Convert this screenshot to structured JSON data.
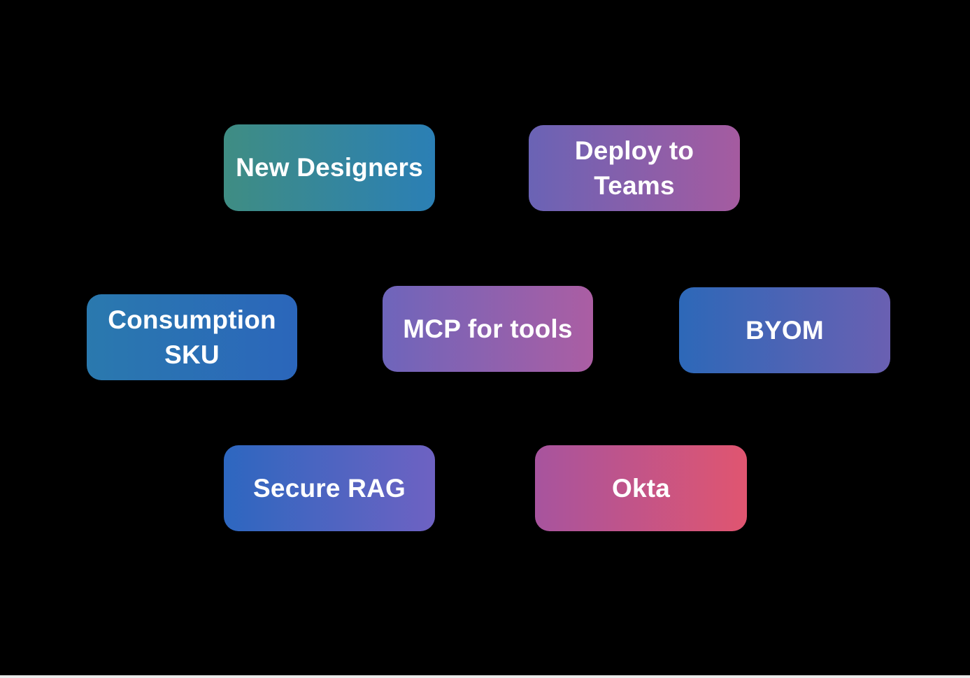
{
  "page": {
    "background_color": "#000000",
    "text_color": "#ffffff",
    "bottom_strip_color": "#ebebeb"
  },
  "cards": [
    {
      "id": "new-designers",
      "label": "New Designers",
      "gradient_from": "#3f8d83",
      "gradient_to": "#2b7fb5"
    },
    {
      "id": "deploy-to-teams",
      "label": "Deploy to\nTeams",
      "gradient_from": "#6a63b5",
      "gradient_to": "#a55ba0"
    },
    {
      "id": "consumption-sku",
      "label": "Consumption\nSKU",
      "gradient_from": "#2a79ae",
      "gradient_to": "#2b66bb"
    },
    {
      "id": "mcp-for-tools",
      "label": "MCP for tools",
      "gradient_from": "#6e65bb",
      "gradient_to": "#ab5ea3"
    },
    {
      "id": "byom",
      "label": "BYOM",
      "gradient_from": "#2d68b8",
      "gradient_to": "#6a60b2"
    },
    {
      "id": "secure-rag",
      "label": "Secure RAG",
      "gradient_from": "#2d67c0",
      "gradient_to": "#6e62c2"
    },
    {
      "id": "okta",
      "label": "Okta",
      "gradient_from": "#a7549e",
      "gradient_to": "#e05570"
    }
  ]
}
